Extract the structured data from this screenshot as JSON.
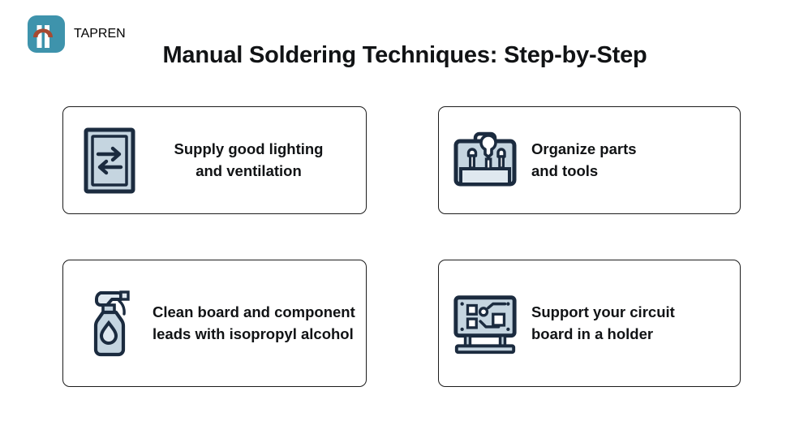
{
  "brand": {
    "name": "TAPREN",
    "logo_icon": "tapren-arch-logo-icon",
    "logo_colors": {
      "tile": "#3e93ac",
      "bars": "#ffffff",
      "arch": "#a64a32"
    }
  },
  "header": {
    "title": "Manual Soldering Techniques: Step-by-Step"
  },
  "theme": {
    "text": "#111315",
    "card_border": "#1c1c1c",
    "icon_stroke": "#1b2b3f",
    "icon_fill": "#c5d5e0",
    "background": "#ffffff"
  },
  "cards": [
    {
      "icon": "window-ventilation-arrows-icon",
      "text": "Supply good lighting\n and ventilation"
    },
    {
      "icon": "toolbox-icon",
      "text": "Organize parts\nand tools"
    },
    {
      "icon": "spray-bottle-icon",
      "text": "Clean board and component\n leads with isopropyl alcohol"
    },
    {
      "icon": "circuit-board-holder-icon",
      "text": "Support your circuit\nboard in a holder"
    }
  ]
}
